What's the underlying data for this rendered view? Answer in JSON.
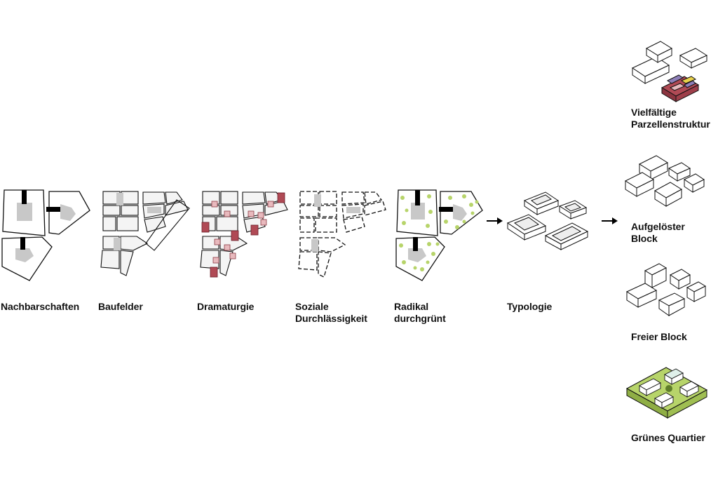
{
  "steps": [
    {
      "label": "Nachbarschaften"
    },
    {
      "label": "Baufelder"
    },
    {
      "label": "Dramaturgie"
    },
    {
      "label": "Soziale\nDurchlässigkeit"
    },
    {
      "label": "Radikal\ndurchgrünt"
    },
    {
      "label": "Typologie"
    }
  ],
  "variants": [
    {
      "label": "Vielfältige\nParzellenstruktur"
    },
    {
      "label": "Aufgelöster\nBlock"
    },
    {
      "label": "Freier Block"
    },
    {
      "label": "Grünes Quartier"
    }
  ],
  "colors": {
    "outline": "#111111",
    "gray": "#c8c8c8",
    "lightgray": "#ececec",
    "black": "#000000",
    "red": "#b04a55",
    "pink": "#e8b9bd",
    "green": "#b7d46a",
    "purple": "#8e7fb8",
    "yellow": "#e9d24b"
  },
  "icons": {
    "arrow": "arrow-right-icon"
  }
}
